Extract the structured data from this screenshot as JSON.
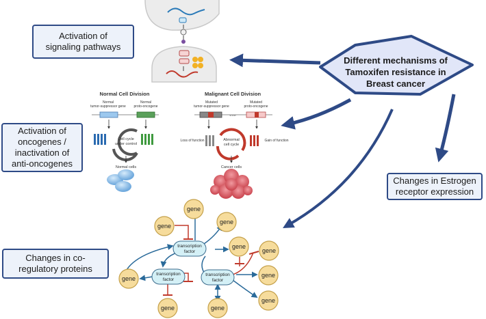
{
  "central_node": {
    "line1": "Different mechanisms of",
    "line2": "Tamoxifen resistance in",
    "line3": "Breast cancer"
  },
  "boxes": {
    "signaling": {
      "line1": "Activation of",
      "line2": "signaling pathways"
    },
    "oncogenes": {
      "line1": "Activation of",
      "line2": "oncogenes /",
      "line3": "inactivation of",
      "line4": "anti-oncogenes"
    },
    "coregulatory": {
      "line1": "Changes in co-",
      "line2": "regulatory proteins"
    },
    "estrogen": {
      "line1": "Changes in Estrogen",
      "line2": "receptor expression"
    }
  },
  "cell_division": {
    "normal": {
      "title": "Normal Cell Division",
      "tumor_gene_l1": "Normal",
      "tumor_gene_l2": "tumor-suppressor gene",
      "proto_l1": "Normal",
      "proto_l2": "proto-oncogene",
      "cycle_l1": "Cell cycle",
      "cycle_l2": "under control",
      "cells": "Normal cells"
    },
    "malignant": {
      "title": "Malignant Cell Division",
      "tumor_gene_l1": "Mutated",
      "tumor_gene_l2": "tumor-suppressor gene",
      "proto_l1": "Mutated",
      "proto_l2": "proto-oncogene",
      "snow": "snow",
      "loss": "Loss of function",
      "gain": "Gain of function",
      "cycle_l1": "Abnormal",
      "cycle_l2": "cell cycle",
      "cells": "Cancer cells"
    }
  },
  "network": {
    "gene": "gene",
    "tf_l1": "transcription",
    "tf_l2": "factor"
  },
  "colors": {
    "arrow": "#2e4a86",
    "box_border": "#2e4a86",
    "box_fill": "#edf2fa",
    "gene_fill": "#f6dc9c",
    "gene_stroke": "#c4a04a",
    "tf_fill": "#d4f0f6",
    "tf_stroke": "#3b6b8c",
    "net_arrow": "#2a6a9a",
    "inhibit": "#c0392b",
    "cancer_cells": "#d9525a",
    "normal_cells": "#9cc8ee"
  }
}
